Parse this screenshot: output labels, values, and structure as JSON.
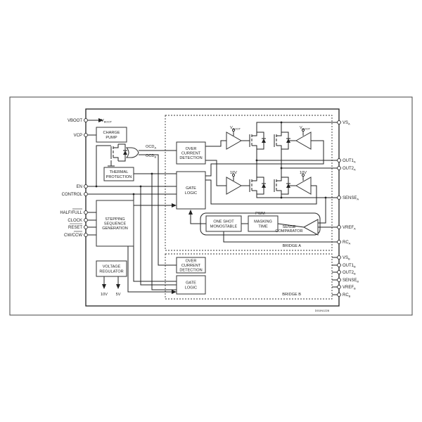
{
  "pins_left": [
    {
      "name": "VBOOT",
      "sub": ""
    },
    {
      "name": "VCP",
      "sub": ""
    },
    {
      "name": "EN",
      "sub": ""
    },
    {
      "name": "CONTROL",
      "sub": ""
    },
    {
      "name": "HALF/FULL",
      "sub": ""
    },
    {
      "name": "CLOCK",
      "sub": ""
    },
    {
      "name": "RESET",
      "sub": ""
    },
    {
      "name": "CW/CCW",
      "sub": ""
    }
  ],
  "pins_right": [
    {
      "name": "VS",
      "sub": "A"
    },
    {
      "name": "OUT1",
      "sub": "A"
    },
    {
      "name": "OUT2",
      "sub": "A"
    },
    {
      "name": "SENSE",
      "sub": "A"
    },
    {
      "name": "VREF",
      "sub": "A"
    },
    {
      "name": "RC",
      "sub": "A"
    },
    {
      "name": "VS",
      "sub": "B"
    },
    {
      "name": "OUT1",
      "sub": "B"
    },
    {
      "name": "OUT2",
      "sub": "B"
    },
    {
      "name": "SENSE",
      "sub": "B"
    },
    {
      "name": "VREF",
      "sub": "B"
    },
    {
      "name": "RC",
      "sub": "B"
    }
  ],
  "blocks": {
    "charge_pump": [
      "CHARGE",
      "PUMP"
    ],
    "thermal": [
      "THERMAL",
      "PROTECTION"
    ],
    "stepping": [
      "STEPPING",
      "SEQUENCE",
      "GENERATION"
    ],
    "regulator": [
      "VOLTAGE",
      "REGULATOR"
    ],
    "ocd_a": [
      "OVER",
      "CURRENT",
      "DETECTION"
    ],
    "gate_a": [
      "GATE",
      "LOGIC"
    ],
    "ocd_b": [
      "OVER",
      "CURRENT",
      "DETECTION"
    ],
    "gate_b": [
      "GATE",
      "LOGIC"
    ],
    "one_shot": [
      "ONE SHOT",
      "MONOSTABLE"
    ],
    "masking": [
      "MASKING",
      "TIME"
    ],
    "comparator": [
      "SENSE",
      "COMPARATOR"
    ]
  },
  "labels": {
    "vboot_out": "V",
    "vboot_out_sub": "BOOT",
    "ocd_a": "OCD",
    "ocd_a_sub": "A",
    "ocd_b": "OCD",
    "ocd_b_sub": "B",
    "pwm": "PWM",
    "bridge_a": "BRIDGE A",
    "bridge_b": "BRIDGE B",
    "reg_10v": "10V",
    "reg_5v": "5V",
    "drv_hi": "V",
    "drv_hi_sub": "BOOT",
    "drv_lo": "10V",
    "code": "D01IN1228"
  }
}
